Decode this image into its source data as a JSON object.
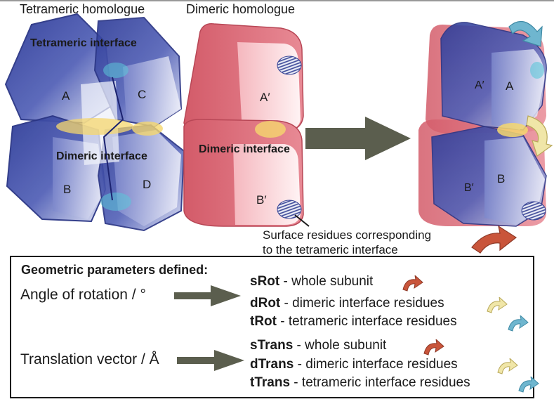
{
  "labels": {
    "tetrameric_homologue": "Tetrameric homologue",
    "dimeric_homologue": "Dimeric homologue",
    "tetrameric_interface": "Tetrameric interface",
    "dimeric_interface_left": "Dimeric interface",
    "dimeric_interface_middle": "Dimeric interface",
    "subunit_a": "A",
    "subunit_b": "B",
    "subunit_c": "C",
    "subunit_d": "D",
    "subunit_a_prime": "A′",
    "subunit_b_prime": "B′",
    "overlay_a": "A",
    "overlay_b": "B",
    "overlay_a_prime": "A′",
    "overlay_b_prime": "B′",
    "surface_note_line1": "Surface residues corresponding",
    "surface_note_line2": "to the tetrameric interface"
  },
  "legend": {
    "heading": "Geometric parameters defined:",
    "angle_label": "Angle of rotation / °",
    "translation_label": "Translation vector / Å",
    "rows": [
      {
        "key": "sRot",
        "text": " - whole subunit",
        "arrow": "red"
      },
      {
        "key": "dRot",
        "text": " - dimeric interface residues",
        "arrow": "yellow"
      },
      {
        "key": "tRot",
        "text": "  - tetrameric interface residues",
        "arrow": "blue"
      },
      {
        "key": "sTrans",
        "text": " - whole subunit",
        "arrow": "red"
      },
      {
        "key": "dTrans",
        "text": " - dimeric interface residues",
        "arrow": "yellow"
      },
      {
        "key": "tTrans",
        "text": "  - tetrameric interface residues",
        "arrow": "blue"
      }
    ]
  },
  "colors": {
    "blue_subunit": "#3a4aa6",
    "blue_light": "#d6daf2",
    "red_subunit": "#d66a76",
    "red_light": "#fbe1e4",
    "interface_yellow": "#f5d76e",
    "interface_cyan": "#5bc6d9",
    "arrow_gray": "#5b5e4e",
    "rot_red": "#c9553b",
    "rot_yellow": "#f0e6a8",
    "rot_blue": "#6fb6cf"
  }
}
